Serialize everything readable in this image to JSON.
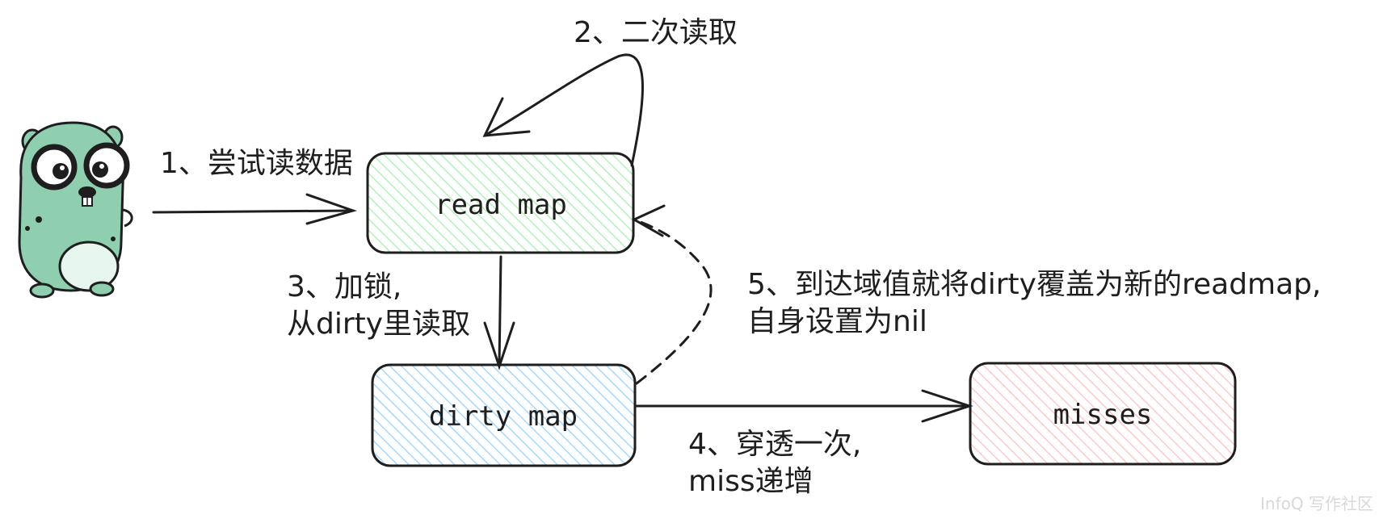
{
  "nodes": {
    "read_map": {
      "label": "read map",
      "fill": "#b2f2bb"
    },
    "dirty_map": {
      "label": "dirty map",
      "fill": "#a5d8ff"
    },
    "misses": {
      "label": "misses",
      "fill": "#ffc9c9"
    }
  },
  "edges": {
    "step1": {
      "label": "1、尝试读数据"
    },
    "step2": {
      "label": "2、二次读取"
    },
    "step3": {
      "line1": "3、加锁,",
      "line2": "从dirty里读取"
    },
    "step4": {
      "line1": "4、穿透一次,",
      "line2": "miss递增"
    },
    "step5": {
      "line1": "5、到达域值就将dirty覆盖为新的readmap,",
      "line2": "自身设置为nil"
    }
  },
  "gopher": {
    "icon": "gopher-mascot-icon",
    "body_color": "#8fcfb0"
  },
  "watermark": {
    "text": "InfoQ 写作社区"
  }
}
